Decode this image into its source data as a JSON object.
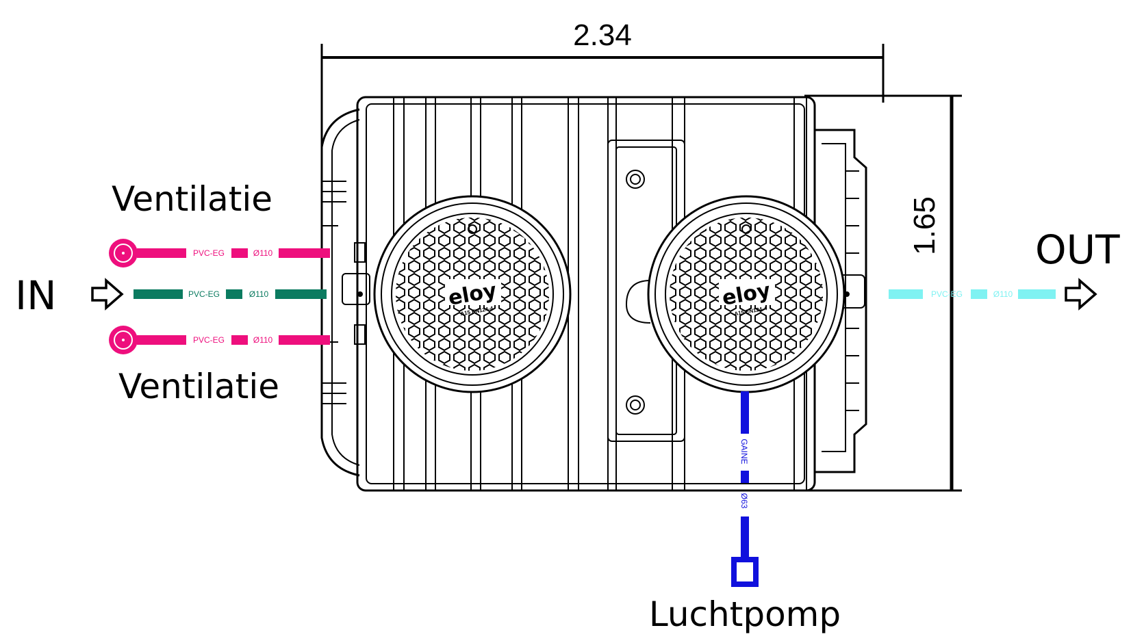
{
  "dimensions": {
    "width": "2.34",
    "height": "1.65"
  },
  "labels": {
    "in": "IN",
    "out": "OUT",
    "ventilation_top": "Ventilatie",
    "ventilation_bottom": "Ventilatie",
    "air_pump": "Luchtpomp"
  },
  "pipes": {
    "vent_top": {
      "material": "PVC-EG",
      "diameter": "Ø110"
    },
    "inlet": {
      "material": "PVC-EG",
      "diameter": "Ø110"
    },
    "vent_bottom": {
      "material": "PVC-EG",
      "diameter": "Ø110"
    },
    "outlet": {
      "material": "PVC-EG",
      "diameter": "Ø110"
    },
    "air": {
      "material": "GAINE",
      "diameter": "Ø63"
    }
  },
  "lids": {
    "left": {
      "brand": "eloy",
      "norm": "A15 EN124-4"
    },
    "right": {
      "brand": "eloy",
      "norm": "A15 EN124-4"
    }
  },
  "colors": {
    "ventilation": "#ee0f7d",
    "inlet": "#0b7b60",
    "outlet": "#7ff2f2",
    "air": "#1010dd",
    "outline": "#000000"
  }
}
